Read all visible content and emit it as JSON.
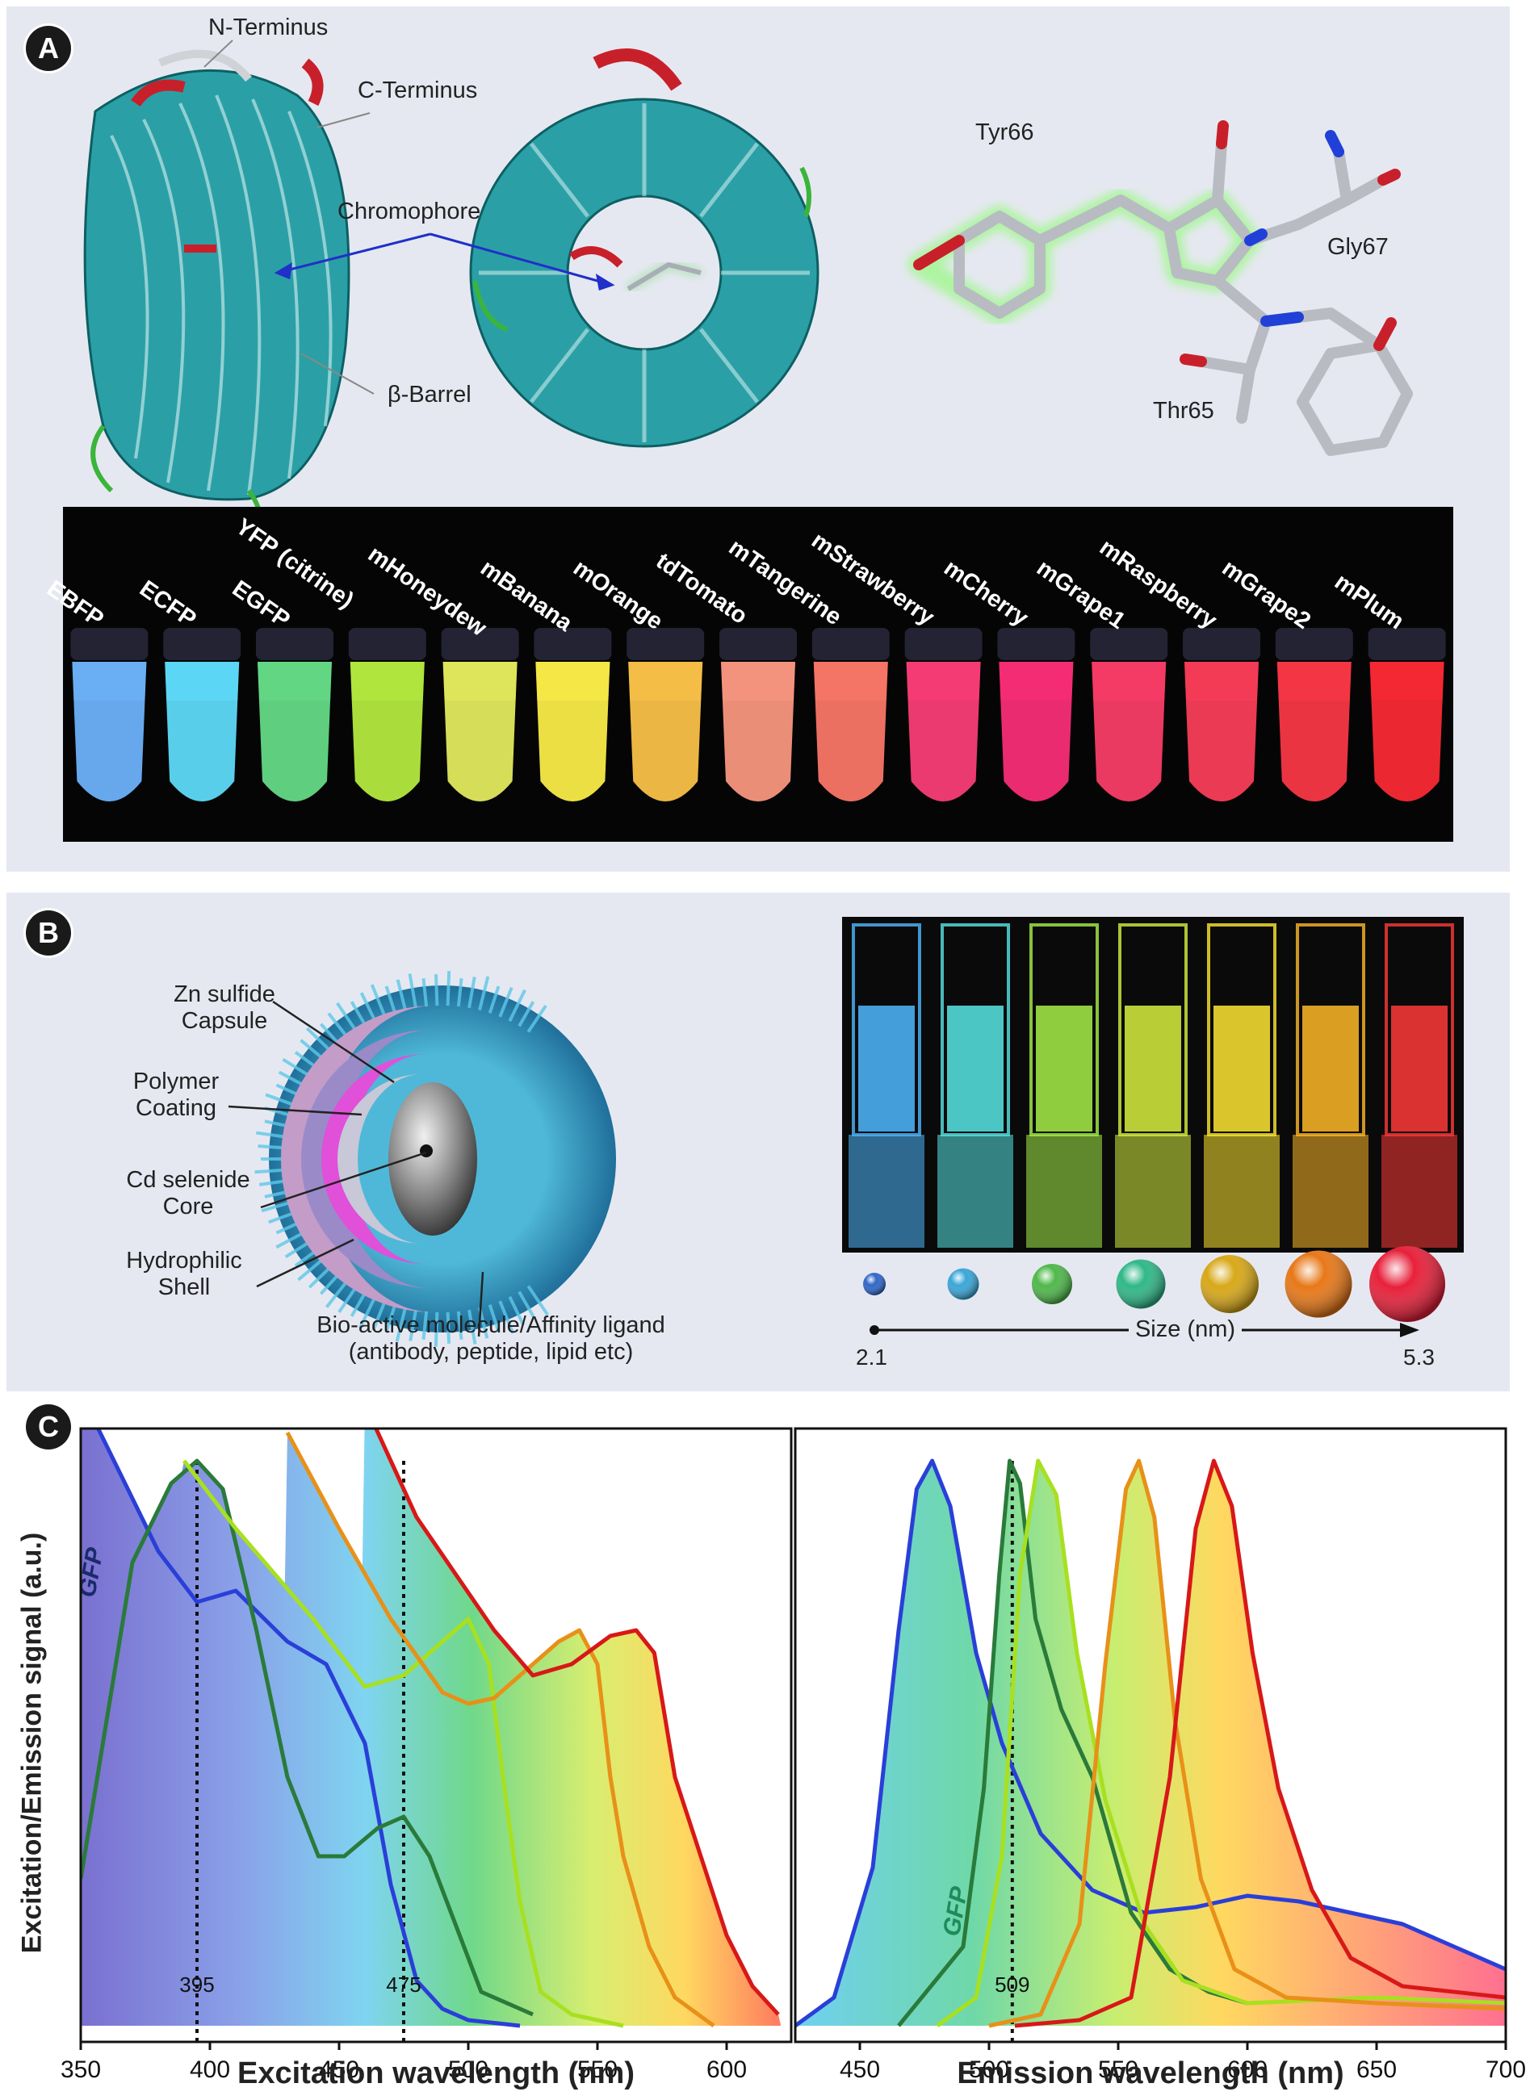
{
  "panelA": {
    "badge": "A",
    "labels": {
      "n_terminus": "N-Terminus",
      "c_terminus": "C-Terminus",
      "chromophore": "Chromophore",
      "barrel": "β-Barrel",
      "tyr": "Tyr66",
      "gly": "Gly67",
      "thr": "Thr65"
    },
    "tubes": [
      {
        "name": "EBFP",
        "color": "#6fb6ff"
      },
      {
        "name": "ECFP",
        "color": "#5fe0ff"
      },
      {
        "name": "EGFP",
        "color": "#67e08a"
      },
      {
        "name": "YFP (citrine)",
        "color": "#b9f040"
      },
      {
        "name": "mHoneydew",
        "color": "#e8f060"
      },
      {
        "name": "mBanana",
        "color": "#fff24a"
      },
      {
        "name": "mOrange",
        "color": "#ffc54a"
      },
      {
        "name": "tdTomato",
        "color": "#ff9a82"
      },
      {
        "name": "mTangerine",
        "color": "#ff7a6a"
      },
      {
        "name": "mStrawberry",
        "color": "#ff3f7a"
      },
      {
        "name": "mCherry",
        "color": "#ff2f78"
      },
      {
        "name": "mGrape1",
        "color": "#ff3f6a"
      },
      {
        "name": "mRaspberry",
        "color": "#ff3f5a"
      },
      {
        "name": "mGrape2",
        "color": "#ff3848"
      },
      {
        "name": "mPlum",
        "color": "#ff2a35"
      }
    ]
  },
  "panelB": {
    "badge": "B",
    "labels": {
      "zn_1": "Zn sulfide",
      "zn_2": "Capsule",
      "poly_1": "Polymer",
      "poly_2": "Coating",
      "cd_1": "Cd selenide",
      "cd_2": "Core",
      "hyd_1": "Hydrophilic",
      "hyd_2": "Shell",
      "bio_1": "Bio-active molecule/Affinity ligand",
      "bio_2": "(antibody, peptide, lipid etc)"
    },
    "cuvette_colors": [
      "#4fb8ff",
      "#58e6e6",
      "#a8f048",
      "#d8f040",
      "#ffe832",
      "#ffb828",
      "#ff3a38"
    ],
    "dot_colors": [
      "#2f66c8",
      "#3aa6d8",
      "#4fb84a",
      "#2fb888",
      "#d8a818",
      "#e87818",
      "#e8203a"
    ],
    "size_axis": {
      "label": "Size (nm)",
      "min": "2.1",
      "max": "5.3"
    }
  },
  "panelC": {
    "badge": "C",
    "ylabel": "Excitation/Emission signal (a.u.)",
    "colors": {
      "blue": "#2a3fd8",
      "darkgreen": "#2a7a3a",
      "yellowgreen": "#a8e020",
      "orange": "#e89018",
      "red": "#d81818"
    }
  },
  "chart_data": [
    {
      "type": "line",
      "xlabel": "Excitation wavelength (nm)",
      "ylabel": "Excitation/Emission signal (a.u.)",
      "xlim": [
        350,
        625
      ],
      "ylim": [
        0,
        1
      ],
      "xticks": [
        "350",
        "400",
        "450",
        "500",
        "550",
        "600"
      ],
      "annotations": [
        {
          "text": "GFP",
          "x": 357,
          "y": 0.8
        },
        {
          "text": "395",
          "x": 395,
          "y": 0.06
        },
        {
          "text": "475",
          "x": 475,
          "y": 0.06
        }
      ],
      "markers": [
        395,
        475
      ],
      "series": [
        {
          "color": "#2a3fd8",
          "points": [
            [
              350,
              1.12
            ],
            [
              380,
              0.84
            ],
            [
              395,
              0.75
            ],
            [
              410,
              0.77
            ],
            [
              430,
              0.68
            ],
            [
              445,
              0.64
            ],
            [
              460,
              0.5
            ],
            [
              470,
              0.25
            ],
            [
              480,
              0.08
            ],
            [
              490,
              0.03
            ],
            [
              500,
              0.01
            ],
            [
              520,
              0.0
            ]
          ]
        },
        {
          "color": "#2a7a3a",
          "points": [
            [
              350,
              0.26
            ],
            [
              370,
              0.82
            ],
            [
              385,
              0.96
            ],
            [
              395,
              1.0
            ],
            [
              405,
              0.95
            ],
            [
              418,
              0.7
            ],
            [
              430,
              0.44
            ],
            [
              442,
              0.3
            ],
            [
              452,
              0.3
            ],
            [
              465,
              0.35
            ],
            [
              475,
              0.37
            ],
            [
              485,
              0.3
            ],
            [
              495,
              0.18
            ],
            [
              505,
              0.06
            ],
            [
              525,
              0.02
            ]
          ]
        },
        {
          "color": "#a8e020",
          "points": [
            [
              390,
              1.0
            ],
            [
              410,
              0.88
            ],
            [
              440,
              0.72
            ],
            [
              460,
              0.6
            ],
            [
              475,
              0.62
            ],
            [
              490,
              0.68
            ],
            [
              500,
              0.72
            ],
            [
              508,
              0.64
            ],
            [
              514,
              0.42
            ],
            [
              520,
              0.22
            ],
            [
              528,
              0.06
            ],
            [
              540,
              0.02
            ],
            [
              560,
              0.0
            ]
          ]
        },
        {
          "color": "#e89018",
          "points": [
            [
              430,
              1.05
            ],
            [
              450,
              0.88
            ],
            [
              470,
              0.72
            ],
            [
              490,
              0.59
            ],
            [
              500,
              0.57
            ],
            [
              510,
              0.58
            ],
            [
              525,
              0.64
            ],
            [
              535,
              0.68
            ],
            [
              543,
              0.7
            ],
            [
              550,
              0.64
            ],
            [
              555,
              0.44
            ],
            [
              560,
              0.3
            ],
            [
              570,
              0.14
            ],
            [
              580,
              0.05
            ],
            [
              595,
              0.0
            ]
          ]
        },
        {
          "color": "#d81818",
          "points": [
            [
              460,
              1.1
            ],
            [
              480,
              0.9
            ],
            [
              495,
              0.8
            ],
            [
              510,
              0.7
            ],
            [
              525,
              0.62
            ],
            [
              540,
              0.64
            ],
            [
              555,
              0.69
            ],
            [
              565,
              0.7
            ],
            [
              572,
              0.66
            ],
            [
              580,
              0.44
            ],
            [
              590,
              0.3
            ],
            [
              600,
              0.16
            ],
            [
              610,
              0.07
            ],
            [
              620,
              0.02
            ]
          ]
        }
      ]
    },
    {
      "type": "line",
      "xlabel": "Emission wavelength (nm)",
      "xlim": [
        425,
        700
      ],
      "ylim": [
        0,
        1
      ],
      "xticks": [
        "450",
        "500",
        "550",
        "600",
        "650",
        "700"
      ],
      "annotations": [
        {
          "text": "GFP",
          "x": 490,
          "y": 0.2
        },
        {
          "text": "509",
          "x": 509,
          "y": 0.06
        }
      ],
      "markers": [
        509
      ],
      "series": [
        {
          "color": "#2a3fd8",
          "points": [
            [
              425,
              0.0
            ],
            [
              440,
              0.05
            ],
            [
              455,
              0.28
            ],
            [
              465,
              0.7
            ],
            [
              472,
              0.95
            ],
            [
              478,
              1.0
            ],
            [
              485,
              0.92
            ],
            [
              495,
              0.66
            ],
            [
              505,
              0.5
            ],
            [
              520,
              0.34
            ],
            [
              540,
              0.24
            ],
            [
              560,
              0.2
            ],
            [
              580,
              0.21
            ],
            [
              600,
              0.23
            ],
            [
              620,
              0.22
            ],
            [
              640,
              0.2
            ],
            [
              660,
              0.18
            ],
            [
              680,
              0.14
            ],
            [
              700,
              0.1
            ]
          ]
        },
        {
          "color": "#2a7a3a",
          "points": [
            [
              465,
              0.0
            ],
            [
              490,
              0.14
            ],
            [
              498,
              0.42
            ],
            [
              504,
              0.8
            ],
            [
              508,
              1.0
            ],
            [
              512,
              0.96
            ],
            [
              518,
              0.72
            ],
            [
              528,
              0.56
            ],
            [
              540,
              0.44
            ],
            [
              555,
              0.2
            ],
            [
              570,
              0.1
            ],
            [
              585,
              0.06
            ],
            [
              600,
              0.04
            ]
          ]
        },
        {
          "color": "#a8e020",
          "points": [
            [
              480,
              0.0
            ],
            [
              495,
              0.05
            ],
            [
              505,
              0.3
            ],
            [
              512,
              0.8
            ],
            [
              519,
              1.0
            ],
            [
              526,
              0.94
            ],
            [
              534,
              0.66
            ],
            [
              545,
              0.4
            ],
            [
              560,
              0.18
            ],
            [
              575,
              0.08
            ],
            [
              600,
              0.04
            ],
            [
              650,
              0.05
            ],
            [
              700,
              0.04
            ]
          ]
        },
        {
          "color": "#e89018",
          "points": [
            [
              500,
              0.0
            ],
            [
              520,
              0.02
            ],
            [
              535,
              0.18
            ],
            [
              545,
              0.64
            ],
            [
              553,
              0.95
            ],
            [
              558,
              1.0
            ],
            [
              564,
              0.9
            ],
            [
              572,
              0.54
            ],
            [
              582,
              0.26
            ],
            [
              595,
              0.1
            ],
            [
              615,
              0.05
            ],
            [
              650,
              0.04
            ],
            [
              700,
              0.03
            ]
          ]
        },
        {
          "color": "#d81818",
          "points": [
            [
              510,
              0.0
            ],
            [
              535,
              0.01
            ],
            [
              555,
              0.05
            ],
            [
              570,
              0.44
            ],
            [
              580,
              0.88
            ],
            [
              587,
              1.0
            ],
            [
              594,
              0.92
            ],
            [
              602,
              0.66
            ],
            [
              612,
              0.42
            ],
            [
              625,
              0.24
            ],
            [
              640,
              0.12
            ],
            [
              660,
              0.07
            ],
            [
              700,
              0.05
            ]
          ]
        }
      ]
    }
  ]
}
